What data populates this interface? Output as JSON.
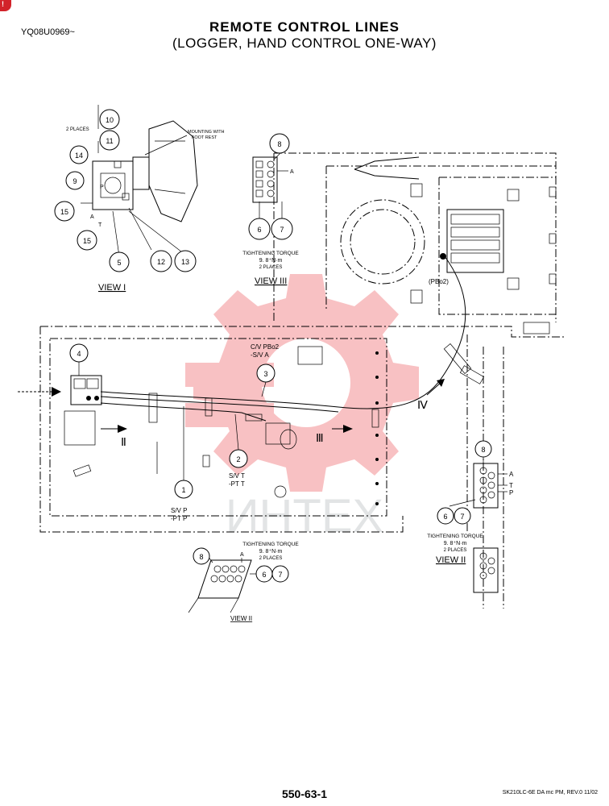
{
  "header": {
    "doc_id": "YQ08U0969~",
    "title": "REMOTE CONTROL LINES",
    "subtitle": "(LOGGER, HAND CONTROL ONE-WAY)"
  },
  "footer": {
    "page_number": "550-63-1",
    "reference": "SK210LC-6E DA mc PM, REV.0 11/02"
  },
  "watermark": {
    "text": "ИНТЕХ",
    "color": "#e8262a"
  },
  "view_i": {
    "caption": "VIEW I",
    "note_places": "2 PLACES",
    "note_mounting": "MOUNTING WITH",
    "note_footrest": "FOOT REST",
    "port_p": "P",
    "port_a": "A",
    "port_t": "T",
    "callouts": [
      "10",
      "11",
      "14",
      "9",
      "15",
      "15",
      "5",
      "12",
      "13"
    ]
  },
  "view_iii": {
    "caption": "VIEW III",
    "port_a": "A",
    "torque_title": "TIGHTENING TORQUE",
    "torque_value": "9. 8⁺N·m",
    "torque_places": "2 PLACES",
    "callouts": [
      "8",
      "6",
      "7"
    ]
  },
  "main_view": {
    "label_cv": "C/V PBo2",
    "label_sva": "-S/V A",
    "label_pbo2": "(PBo2)",
    "label_svt": "S/V  T",
    "label_ptt": "-PT  T",
    "label_svp": "S/V  P",
    "label_ptp": "-PT  P",
    "arrow_ii_a": "Ⅱ",
    "arrow_iii": "Ⅲ",
    "arrow_iv": "Ⅳ",
    "callouts": [
      "4",
      "3",
      "2",
      "1"
    ]
  },
  "view_ii_right": {
    "caption": "VIEW II",
    "port_a": "A",
    "port_t": "T",
    "port_p": "P",
    "torque_title": "TIGHTENING TORQUE",
    "torque_value": "9. 8⁺N·m",
    "torque_places": "2 PLACES",
    "callouts": [
      "8",
      "6",
      "7"
    ]
  },
  "view_ii_bottom": {
    "caption": "VIEW II",
    "port_a": "A",
    "torque_title": "TIGHTENING TORQUE",
    "torque_value": "9. 8⁺N·m",
    "torque_places": "2 PLACES",
    "callouts": [
      "8",
      "6",
      "7"
    ]
  }
}
